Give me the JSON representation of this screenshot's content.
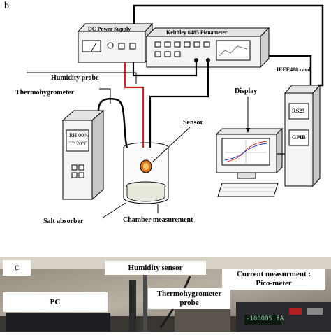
{
  "panel_b": {
    "letter": "b",
    "dc_power_supply": "DC Power Supply",
    "picoammeter": "Keithley 6485 Picoameter",
    "ieee_card": "IEEE488 card",
    "humidity_probe": "Humidity probe",
    "thermohygrometer": "Thermohygrometer",
    "thermo_screen_line1": "RH 00%",
    "thermo_screen_line2": "T° 20°C",
    "sensor": "Sensor",
    "display": "Display",
    "rs23": "RS23",
    "gpib": "GPIB",
    "salt_absorber": "Salt absorber",
    "chamber_measurement": "Chamber measurement"
  },
  "panel_c": {
    "letter": "c",
    "humidity_sensor": "Humidity sensor",
    "pc": "PC",
    "thermohygrometer_probe_line1": "Thermohygrometer",
    "thermohygrometer_probe_line2": "probe",
    "current_measurement_line1": "Current measurment :",
    "current_measurement_line2": "Pico-meter",
    "meter_reading": "-100005 fA"
  },
  "colors": {
    "wire_red": "#d42020",
    "wire_black": "#000000",
    "device_fill": "#f2f2f2"
  }
}
